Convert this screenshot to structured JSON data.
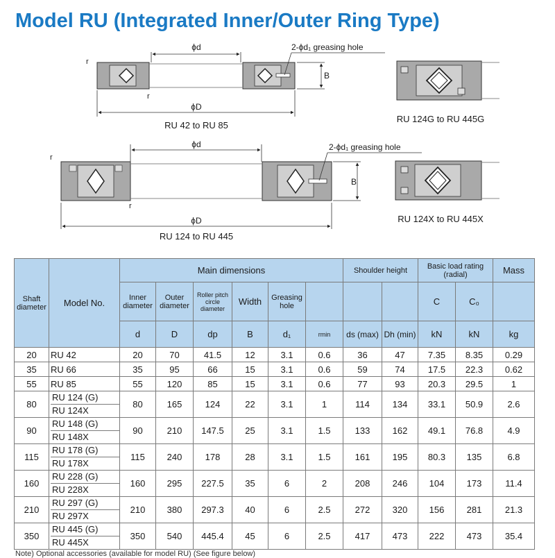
{
  "title": "Model RU (Integrated Inner/Outer Ring Type)",
  "diagrams": {
    "top_left": {
      "d_label": "ϕd",
      "D_label": "ϕD",
      "hole_label": "2-ϕd₁ greasing hole",
      "B_label": "B",
      "r_label": "r",
      "caption": "RU 42 to RU 85"
    },
    "top_right": {
      "caption": "RU 124G to RU 445G"
    },
    "bottom_left": {
      "d_label": "ϕd",
      "D_label": "ϕD",
      "hole_label": "2-ϕd₁ greasing hole",
      "B_label": "B",
      "r_label": "r",
      "caption": "RU 124 to RU 445"
    },
    "bottom_right": {
      "caption": "RU 124X to RU 445X"
    }
  },
  "table": {
    "headers": {
      "shaft": "Shaft diameter",
      "model": "Model No.",
      "main": "Main dimensions",
      "inner": "Inner diameter",
      "outer": "Outer diameter",
      "roller": "Roller pitch circle diameter",
      "width": "Width",
      "greasing": "Greasing hole",
      "shoulder": "Shoulder height",
      "load": "Basic load rating (radial)",
      "mass": "Mass",
      "sym_d": "d",
      "sym_D": "D",
      "sym_dp": "dp",
      "sym_B": "B",
      "sym_d1": "d₁",
      "sym_rmin": "rmin",
      "sym_ds": "ds (max)",
      "sym_Dh": "Dh (min)",
      "sym_C": "C",
      "sym_C0": "C₀",
      "unit_C": "kN",
      "unit_C0": "kN",
      "unit_mass": "kg"
    },
    "rows": [
      {
        "shaft": "20",
        "models": [
          "RU 42"
        ],
        "d": "20",
        "D": "70",
        "dp": "41.5",
        "B": "12",
        "d1": "3.1",
        "r": "0.6",
        "ds": "36",
        "Dh": "47",
        "C": "7.35",
        "C0": "8.35",
        "mass": "0.29"
      },
      {
        "shaft": "35",
        "models": [
          "RU 66"
        ],
        "d": "35",
        "D": "95",
        "dp": "66",
        "B": "15",
        "d1": "3.1",
        "r": "0.6",
        "ds": "59",
        "Dh": "74",
        "C": "17.5",
        "C0": "22.3",
        "mass": "0.62"
      },
      {
        "shaft": "55",
        "models": [
          "RU 85"
        ],
        "d": "55",
        "D": "120",
        "dp": "85",
        "B": "15",
        "d1": "3.1",
        "r": "0.6",
        "ds": "77",
        "Dh": "93",
        "C": "20.3",
        "C0": "29.5",
        "mass": "1"
      },
      {
        "shaft": "80",
        "models": [
          "RU 124 (G)",
          "RU 124X"
        ],
        "d": "80",
        "D": "165",
        "dp": "124",
        "B": "22",
        "d1": "3.1",
        "r": "1",
        "ds": "114",
        "Dh": "134",
        "C": "33.1",
        "C0": "50.9",
        "mass": "2.6"
      },
      {
        "shaft": "90",
        "models": [
          "RU 148 (G)",
          "RU 148X"
        ],
        "d": "90",
        "D": "210",
        "dp": "147.5",
        "B": "25",
        "d1": "3.1",
        "r": "1.5",
        "ds": "133",
        "Dh": "162",
        "C": "49.1",
        "C0": "76.8",
        "mass": "4.9"
      },
      {
        "shaft": "115",
        "models": [
          "RU 178 (G)",
          "RU 178X"
        ],
        "d": "115",
        "D": "240",
        "dp": "178",
        "B": "28",
        "d1": "3.1",
        "r": "1.5",
        "ds": "161",
        "Dh": "195",
        "C": "80.3",
        "C0": "135",
        "mass": "6.8"
      },
      {
        "shaft": "160",
        "models": [
          "RU 228 (G)",
          "RU 228X"
        ],
        "d": "160",
        "D": "295",
        "dp": "227.5",
        "B": "35",
        "d1": "6",
        "r": "2",
        "ds": "208",
        "Dh": "246",
        "C": "104",
        "C0": "173",
        "mass": "11.4"
      },
      {
        "shaft": "210",
        "models": [
          "RU 297 (G)",
          "RU 297X"
        ],
        "d": "210",
        "D": "380",
        "dp": "297.3",
        "B": "40",
        "d1": "6",
        "r": "2.5",
        "ds": "272",
        "Dh": "320",
        "C": "156",
        "C0": "281",
        "mass": "21.3"
      },
      {
        "shaft": "350",
        "models": [
          "RU 445 (G)",
          "RU 445X"
        ],
        "d": "350",
        "D": "540",
        "dp": "445.4",
        "B": "45",
        "d1": "6",
        "r": "2.5",
        "ds": "417",
        "Dh": "473",
        "C": "222",
        "C0": "473",
        "mass": "35.4"
      }
    ]
  },
  "note": "Note) Optional accessories (available for model RU) (See figure below)"
}
